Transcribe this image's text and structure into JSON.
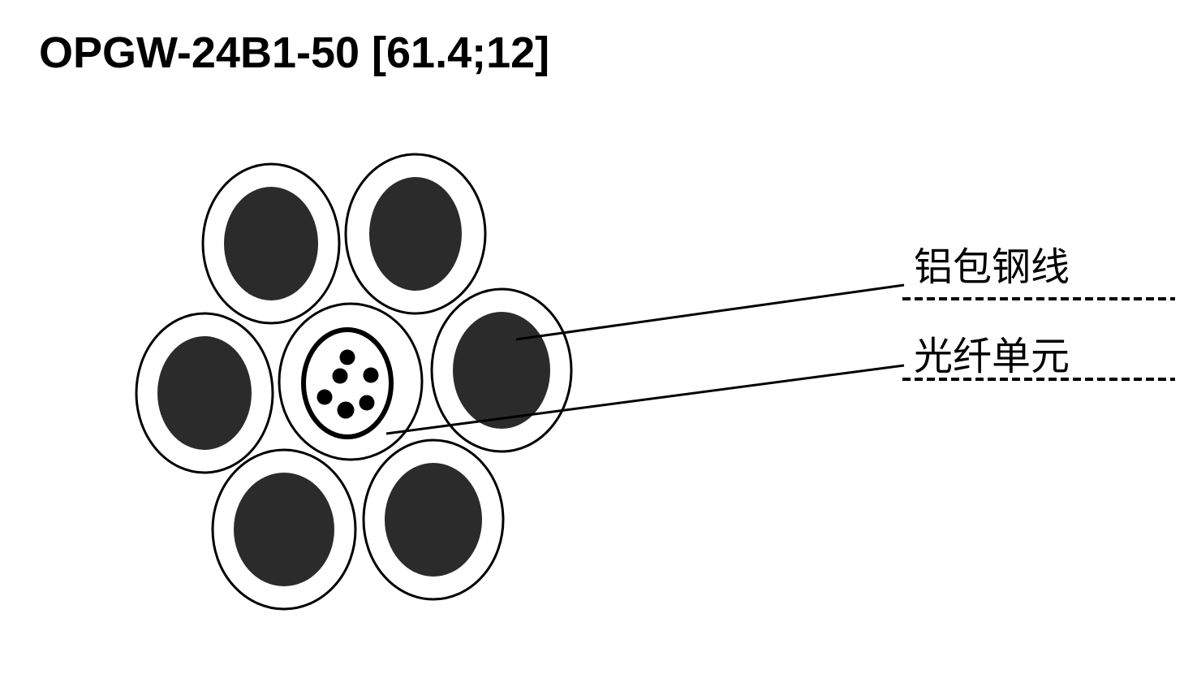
{
  "title": "OPGW-24B1-50 [61.4;12]",
  "labels": {
    "strand": "铝包钢线",
    "fiber_unit": "光纤单元"
  },
  "colors": {
    "core": "#2b2b2b",
    "outline": "#000000",
    "background": "#ffffff"
  }
}
